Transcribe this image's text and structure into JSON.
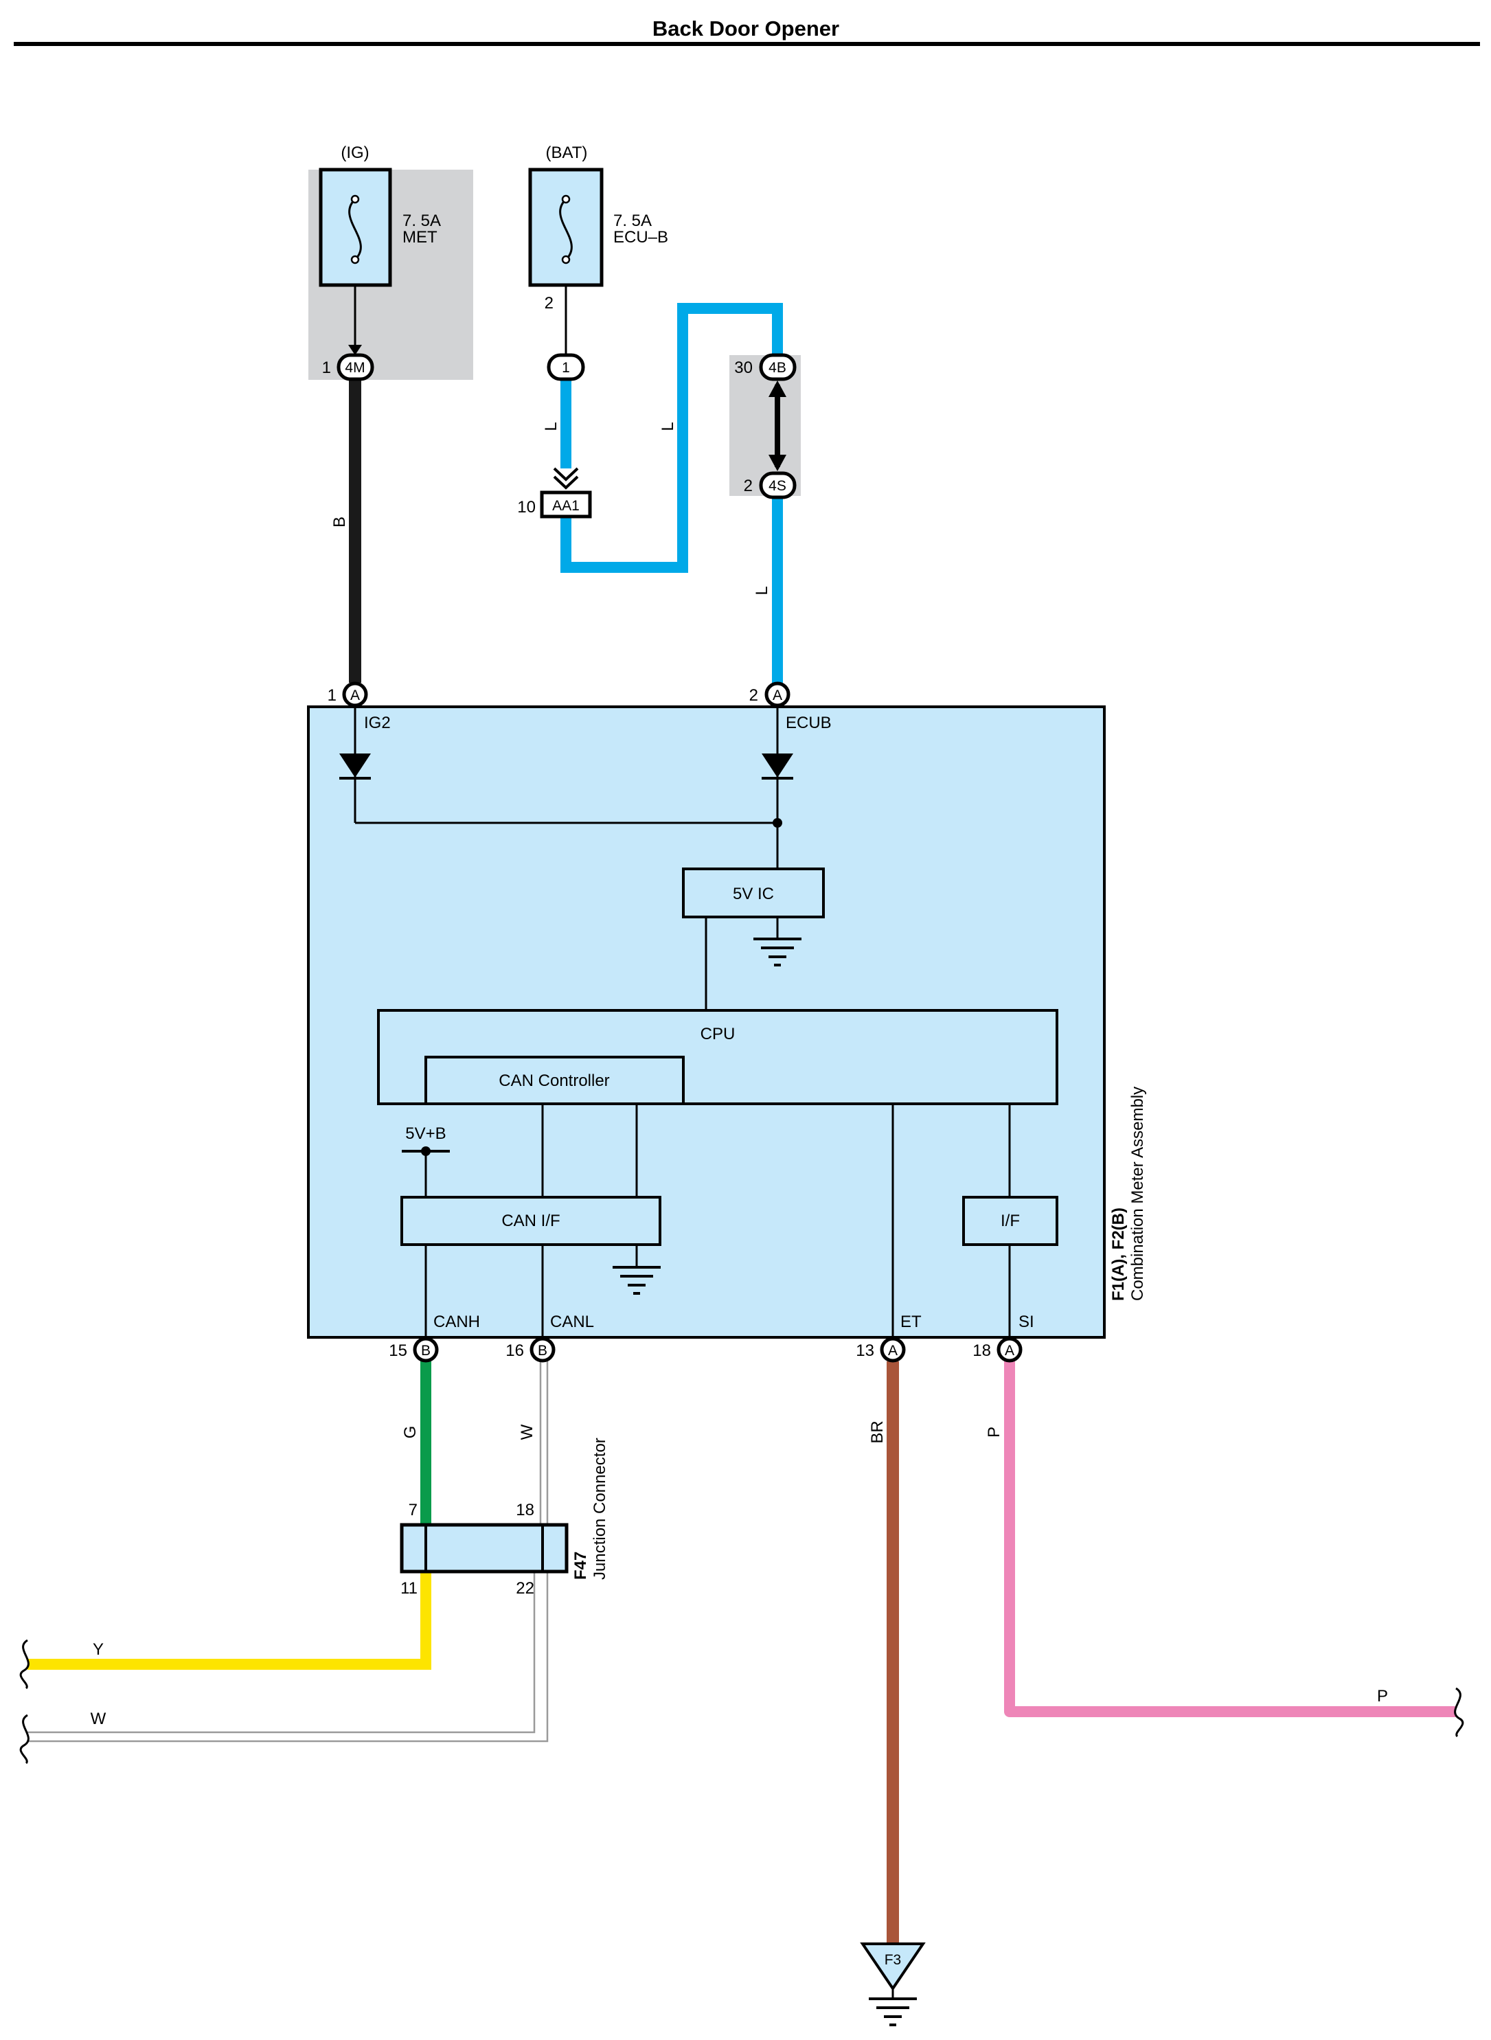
{
  "title": "Back Door Opener",
  "fuses": {
    "ig": {
      "source": "(IG)",
      "rating": "7. 5A",
      "name": "MET"
    },
    "bat": {
      "source": "(BAT)",
      "rating": "7. 5A",
      "name": "ECU–B",
      "pin": "2"
    }
  },
  "connectors": {
    "c4m": {
      "pin": "1",
      "code": "4M"
    },
    "c1": {
      "code": "1"
    },
    "aa1": {
      "pin": "10",
      "code": "AA1"
    },
    "c4b": {
      "pin": "30",
      "code": "4B"
    },
    "c4s": {
      "pin": "2",
      "code": "4S"
    }
  },
  "wires": {
    "b": "B",
    "l1": "L",
    "l2": "L",
    "l3": "L",
    "g": "G",
    "w_top": "W",
    "br": "BR",
    "p_top": "P",
    "y": "Y",
    "w_bottom": "W",
    "p_right": "P"
  },
  "meter": {
    "id": "F1(A), F2(B)",
    "name": "Combination Meter Assembly",
    "ic": "5V IC",
    "cpu": "CPU",
    "can_controller": "CAN Controller",
    "can_if": "CAN I/F",
    "if": "I/F",
    "vref": "5V+B",
    "pins": {
      "ig2": {
        "num": "1",
        "conn": "A",
        "label": "IG2"
      },
      "ecub": {
        "num": "2",
        "conn": "A",
        "label": "ECUB"
      },
      "canh": {
        "num": "15",
        "conn": "B",
        "label": "CANH"
      },
      "canl": {
        "num": "16",
        "conn": "B",
        "label": "CANL"
      },
      "et": {
        "num": "13",
        "conn": "A",
        "label": "ET"
      },
      "si": {
        "num": "18",
        "conn": "A",
        "label": "SI"
      }
    }
  },
  "junction": {
    "id": "F47",
    "name": "Junction Connector",
    "pins": {
      "p7": "7",
      "p18": "18",
      "p11": "11",
      "p22": "22"
    }
  },
  "ground": {
    "code": "F3"
  },
  "colors": {
    "blue": "#00a9e8",
    "black": "#1a1a1a",
    "green": "#0a9b4b",
    "yellow": "#fde400",
    "brown": "#a9553a",
    "pink": "#ee86b8",
    "white_wire": "#9a9a9a",
    "fill": "#c6e8fa",
    "gray": "#d2d3d5"
  }
}
